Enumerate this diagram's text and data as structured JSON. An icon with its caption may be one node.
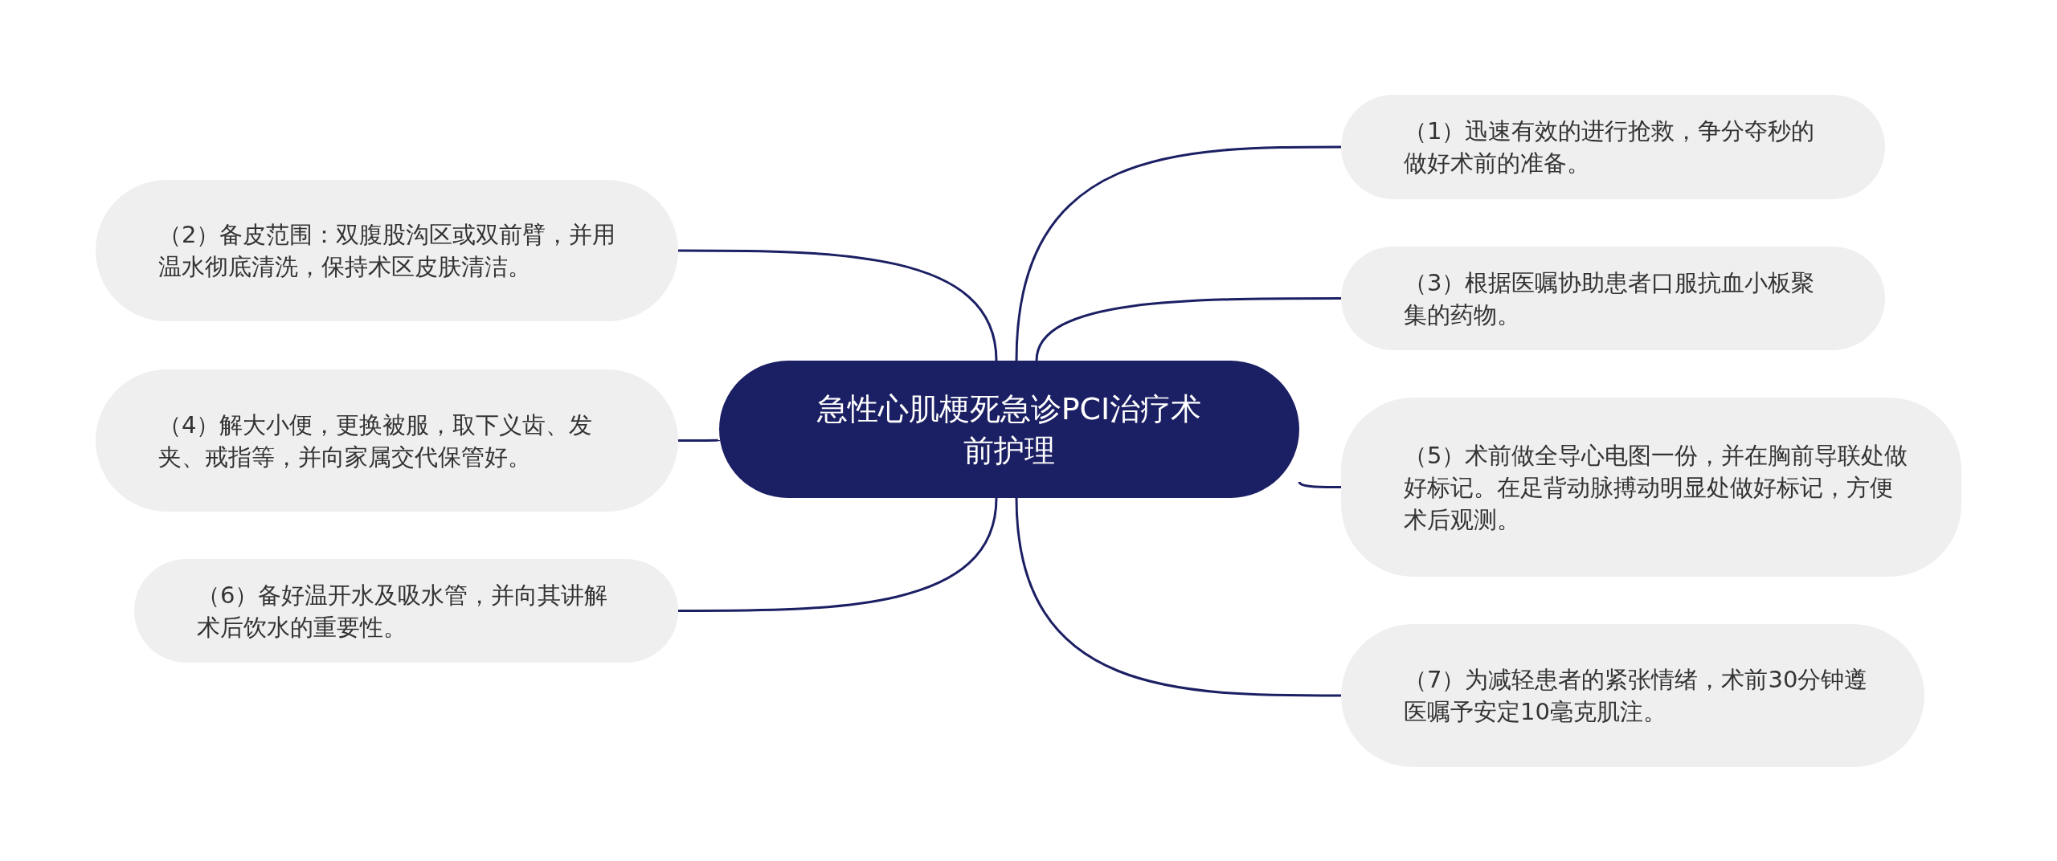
{
  "diagram": {
    "nodes": [
      {
        "text": [
          "急性心肌梗死急诊PCI治疗术前护理"
        ]
      },
      {
        "text": [
          "（1）迅速有效的进行抢救，争分夺秒的做好术前的准备。"
        ]
      },
      {
        "text": [
          "（2）备皮范围：双腹股沟区或双前臂，并用温水彻底清洗，保持术区皮肤清洁。"
        ]
      },
      {
        "text": [
          "（3）根据医嘱协助患者口服抗血小板聚集的药物。"
        ]
      },
      {
        "text": [
          "（4）解大小便，更换被服，取下义齿、发夹、戒指等，并向家属交代保管好。"
        ]
      },
      {
        "text": [
          "（5）术前做全导心电图一份，并在胸前导联处做好标记。在足背动脉搏动明显处做好标记，方便术后观测。"
        ]
      },
      {
        "text": [
          "（6）备好温开水及吸水管，并向其讲解术后饮水的重要性。"
        ]
      },
      {
        "text": [
          "（7）为减轻患者的紧张情绪，术前30分钟遵医嘱予安定10毫克肌注。"
        ]
      }
    ],
    "edges": [
      {
        "from": 0,
        "to": 1,
        "arrow": "none"
      },
      {
        "from": 0,
        "to": 2,
        "arrow": "none"
      },
      {
        "from": 0,
        "to": 3,
        "arrow": "none"
      },
      {
        "from": 0,
        "to": 4,
        "arrow": "none"
      },
      {
        "from": 0,
        "to": 5,
        "arrow": "none"
      },
      {
        "from": 0,
        "to": 6,
        "arrow": "none"
      },
      {
        "from": 0,
        "to": 7,
        "arrow": "none"
      }
    ]
  }
}
